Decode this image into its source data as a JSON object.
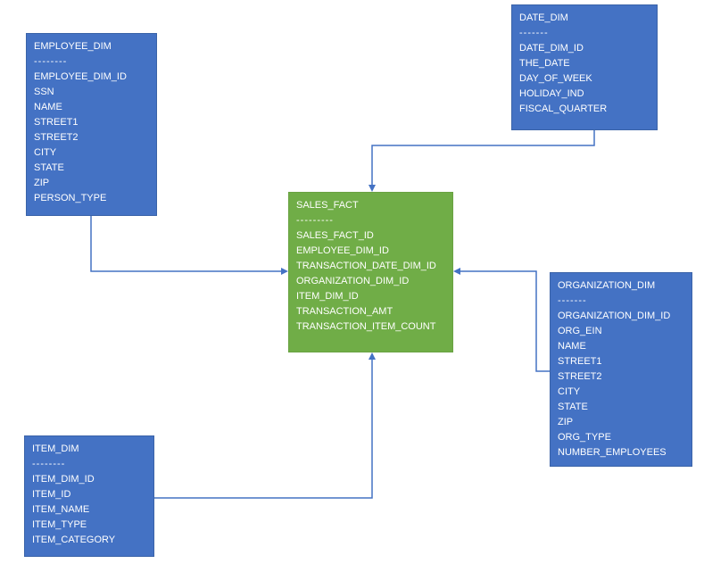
{
  "colors": {
    "dimension_fill": "#4472C4",
    "dimension_border": "#3a63a8",
    "fact_fill": "#70AD47",
    "fact_border": "#69a242",
    "connector": "#4472C4",
    "text": "#ffffff"
  },
  "tables": {
    "employee_dim": {
      "name": "EMPLOYEE_DIM",
      "divider": "--------",
      "fields": [
        "EMPLOYEE_DIM_ID",
        "SSN",
        "NAME",
        "STREET1",
        "STREET2",
        "CITY",
        "STATE",
        "ZIP",
        "PERSON_TYPE"
      ]
    },
    "date_dim": {
      "name": "DATE_DIM",
      "divider": "-------",
      "fields": [
        "DATE_DIM_ID",
        "THE_DATE",
        "DAY_OF_WEEK",
        "HOLIDAY_IND",
        "FISCAL_QUARTER"
      ]
    },
    "sales_fact": {
      "name": "SALES_FACT",
      "divider": "---------",
      "fields": [
        "SALES_FACT_ID",
        "EMPLOYEE_DIM_ID",
        "TRANSACTION_DATE_DIM_ID",
        "ORGANIZATION_DIM_ID",
        "ITEM_DIM_ID",
        "TRANSACTION_AMT",
        "TRANSACTION_ITEM_COUNT"
      ]
    },
    "organization_dim": {
      "name": "ORGANIZATION_DIM",
      "divider": "-------",
      "fields": [
        "ORGANIZATION_DIM_ID",
        "ORG_EIN",
        "NAME",
        "STREET1",
        "STREET2",
        "CITY",
        "STATE",
        "ZIP",
        "ORG_TYPE",
        "NUMBER_EMPLOYEES"
      ]
    },
    "item_dim": {
      "name": "ITEM_DIM",
      "divider": "--------",
      "fields": [
        "ITEM_DIM_ID",
        "ITEM_ID",
        "ITEM_NAME",
        "ITEM_TYPE",
        "ITEM_CATEGORY"
      ]
    }
  },
  "relationships": [
    {
      "from": "EMPLOYEE_DIM",
      "to": "SALES_FACT"
    },
    {
      "from": "DATE_DIM",
      "to": "SALES_FACT"
    },
    {
      "from": "ORGANIZATION_DIM",
      "to": "SALES_FACT"
    },
    {
      "from": "ITEM_DIM",
      "to": "SALES_FACT"
    }
  ]
}
